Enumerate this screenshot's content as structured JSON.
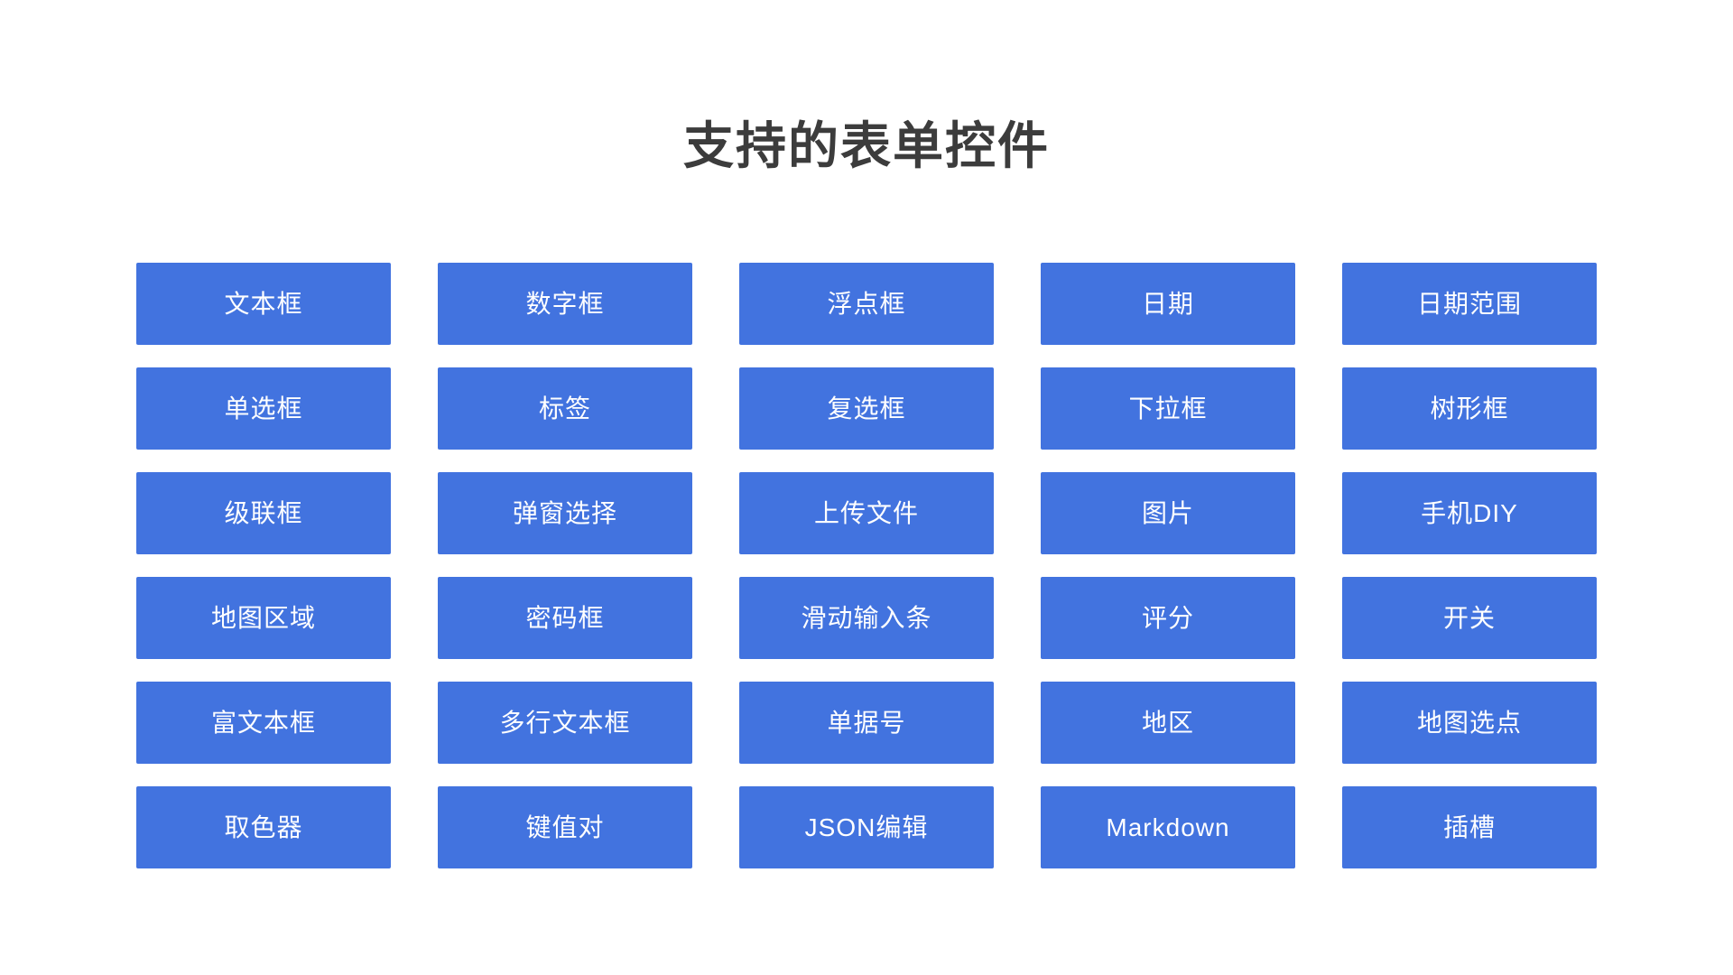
{
  "page": {
    "title": "支持的表单控件"
  },
  "colors": {
    "page_bg": "#FFFFFF",
    "title_text": "#3C3C3C",
    "button_bg": "#4273DF",
    "button_text": "#FFFFFF"
  },
  "controls": [
    {
      "id": "text-input",
      "label": "文本框"
    },
    {
      "id": "number-input",
      "label": "数字框"
    },
    {
      "id": "float-input",
      "label": "浮点框"
    },
    {
      "id": "date",
      "label": "日期"
    },
    {
      "id": "date-range",
      "label": "日期范围"
    },
    {
      "id": "radio",
      "label": "单选框"
    },
    {
      "id": "tag",
      "label": "标签"
    },
    {
      "id": "checkbox",
      "label": "复选框"
    },
    {
      "id": "select",
      "label": "下拉框"
    },
    {
      "id": "tree-select",
      "label": "树形框"
    },
    {
      "id": "cascader",
      "label": "级联框"
    },
    {
      "id": "popup-select",
      "label": "弹窗选择"
    },
    {
      "id": "file-upload",
      "label": "上传文件"
    },
    {
      "id": "image",
      "label": "图片"
    },
    {
      "id": "mobile-diy",
      "label": "手机DIY"
    },
    {
      "id": "map-area",
      "label": "地图区域"
    },
    {
      "id": "password-input",
      "label": "密码框"
    },
    {
      "id": "slider",
      "label": "滑动输入条"
    },
    {
      "id": "rate",
      "label": "评分"
    },
    {
      "id": "switch",
      "label": "开关"
    },
    {
      "id": "rich-text",
      "label": "富文本框"
    },
    {
      "id": "textarea",
      "label": "多行文本框"
    },
    {
      "id": "document-number",
      "label": "单据号"
    },
    {
      "id": "region",
      "label": "地区"
    },
    {
      "id": "map-point",
      "label": "地图选点"
    },
    {
      "id": "color-picker",
      "label": "取色器"
    },
    {
      "id": "key-value",
      "label": "键值对"
    },
    {
      "id": "json-editor",
      "label": "JSON编辑"
    },
    {
      "id": "markdown",
      "label": "Markdown"
    },
    {
      "id": "slot",
      "label": "插槽"
    }
  ]
}
